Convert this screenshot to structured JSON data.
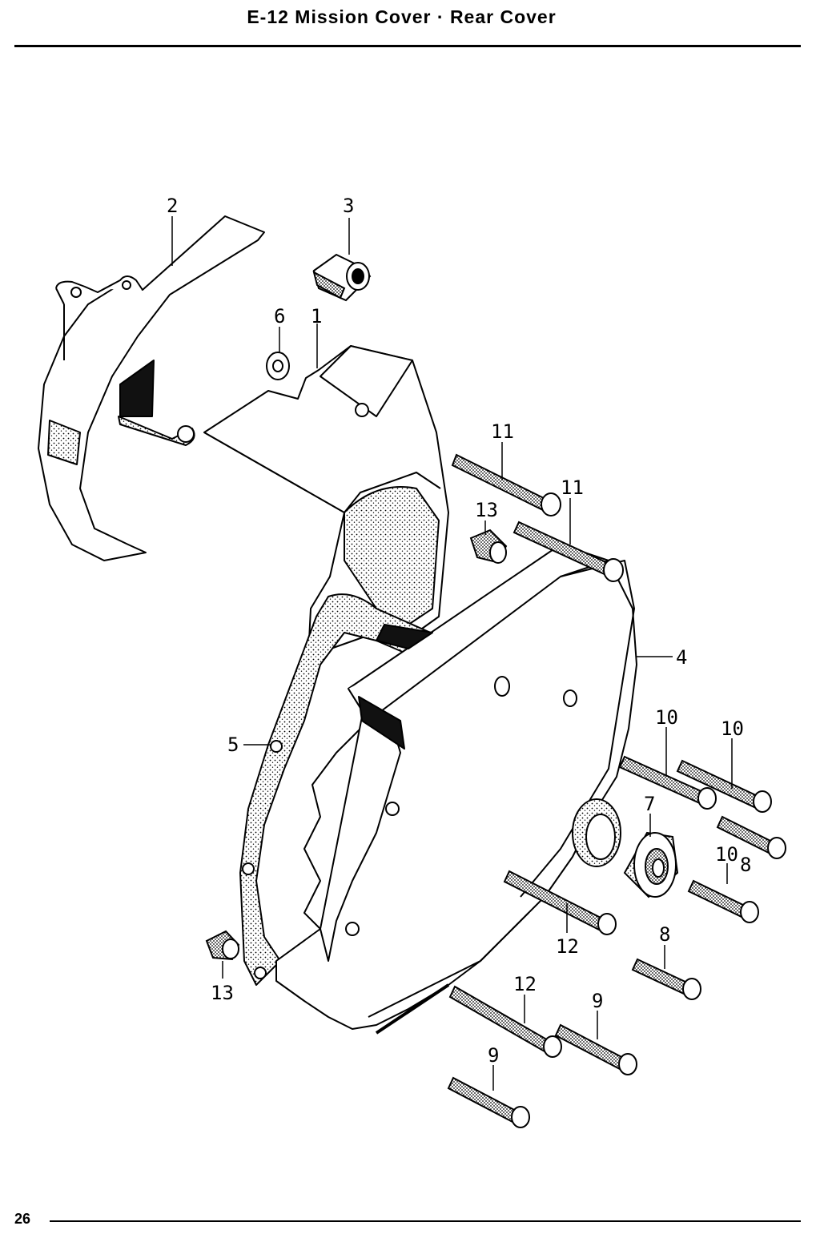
{
  "header": {
    "title": "E-12  Mission Cover · Rear Cover"
  },
  "footer": {
    "page_number": "26"
  },
  "callouts": {
    "c1": "1",
    "c2": "2",
    "c3": "3",
    "c4": "4",
    "c5": "5",
    "c6": "6",
    "c7": "7",
    "c8a": "8",
    "c8b": "8",
    "c9a": "9",
    "c9b": "9",
    "c10a": "10",
    "c10b": "10",
    "c10c": "10",
    "c11a": "11",
    "c11b": "11",
    "c12a": "12",
    "c12b": "12",
    "c13a": "13",
    "c13b": "13"
  }
}
